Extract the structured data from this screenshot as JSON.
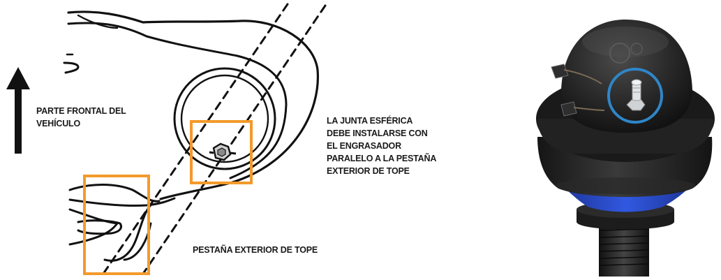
{
  "labels": {
    "front_of_vehicle": [
      "PARTE FRONTAL DEL",
      "VEHÍCULO"
    ],
    "instruction": [
      "LA JUNTA ESFÉRICA",
      "DEBE INSTALARSE CON",
      "EL ENGRASADOR",
      "PARALELO A LA PESTAÑA",
      "EXTERIOR DE TOPE"
    ],
    "outer_stop_flange": "PESTAÑA EXTERIOR DE TOPE"
  },
  "icons": {
    "direction_arrow": "arrow-up-icon",
    "grease_fitting": "grease-fitting-icon"
  },
  "colors": {
    "highlight_box": "#f39a2b",
    "line_art": "#111111",
    "blue_ring": "#2f86c8",
    "boot_blue": "#2a4fd6"
  }
}
